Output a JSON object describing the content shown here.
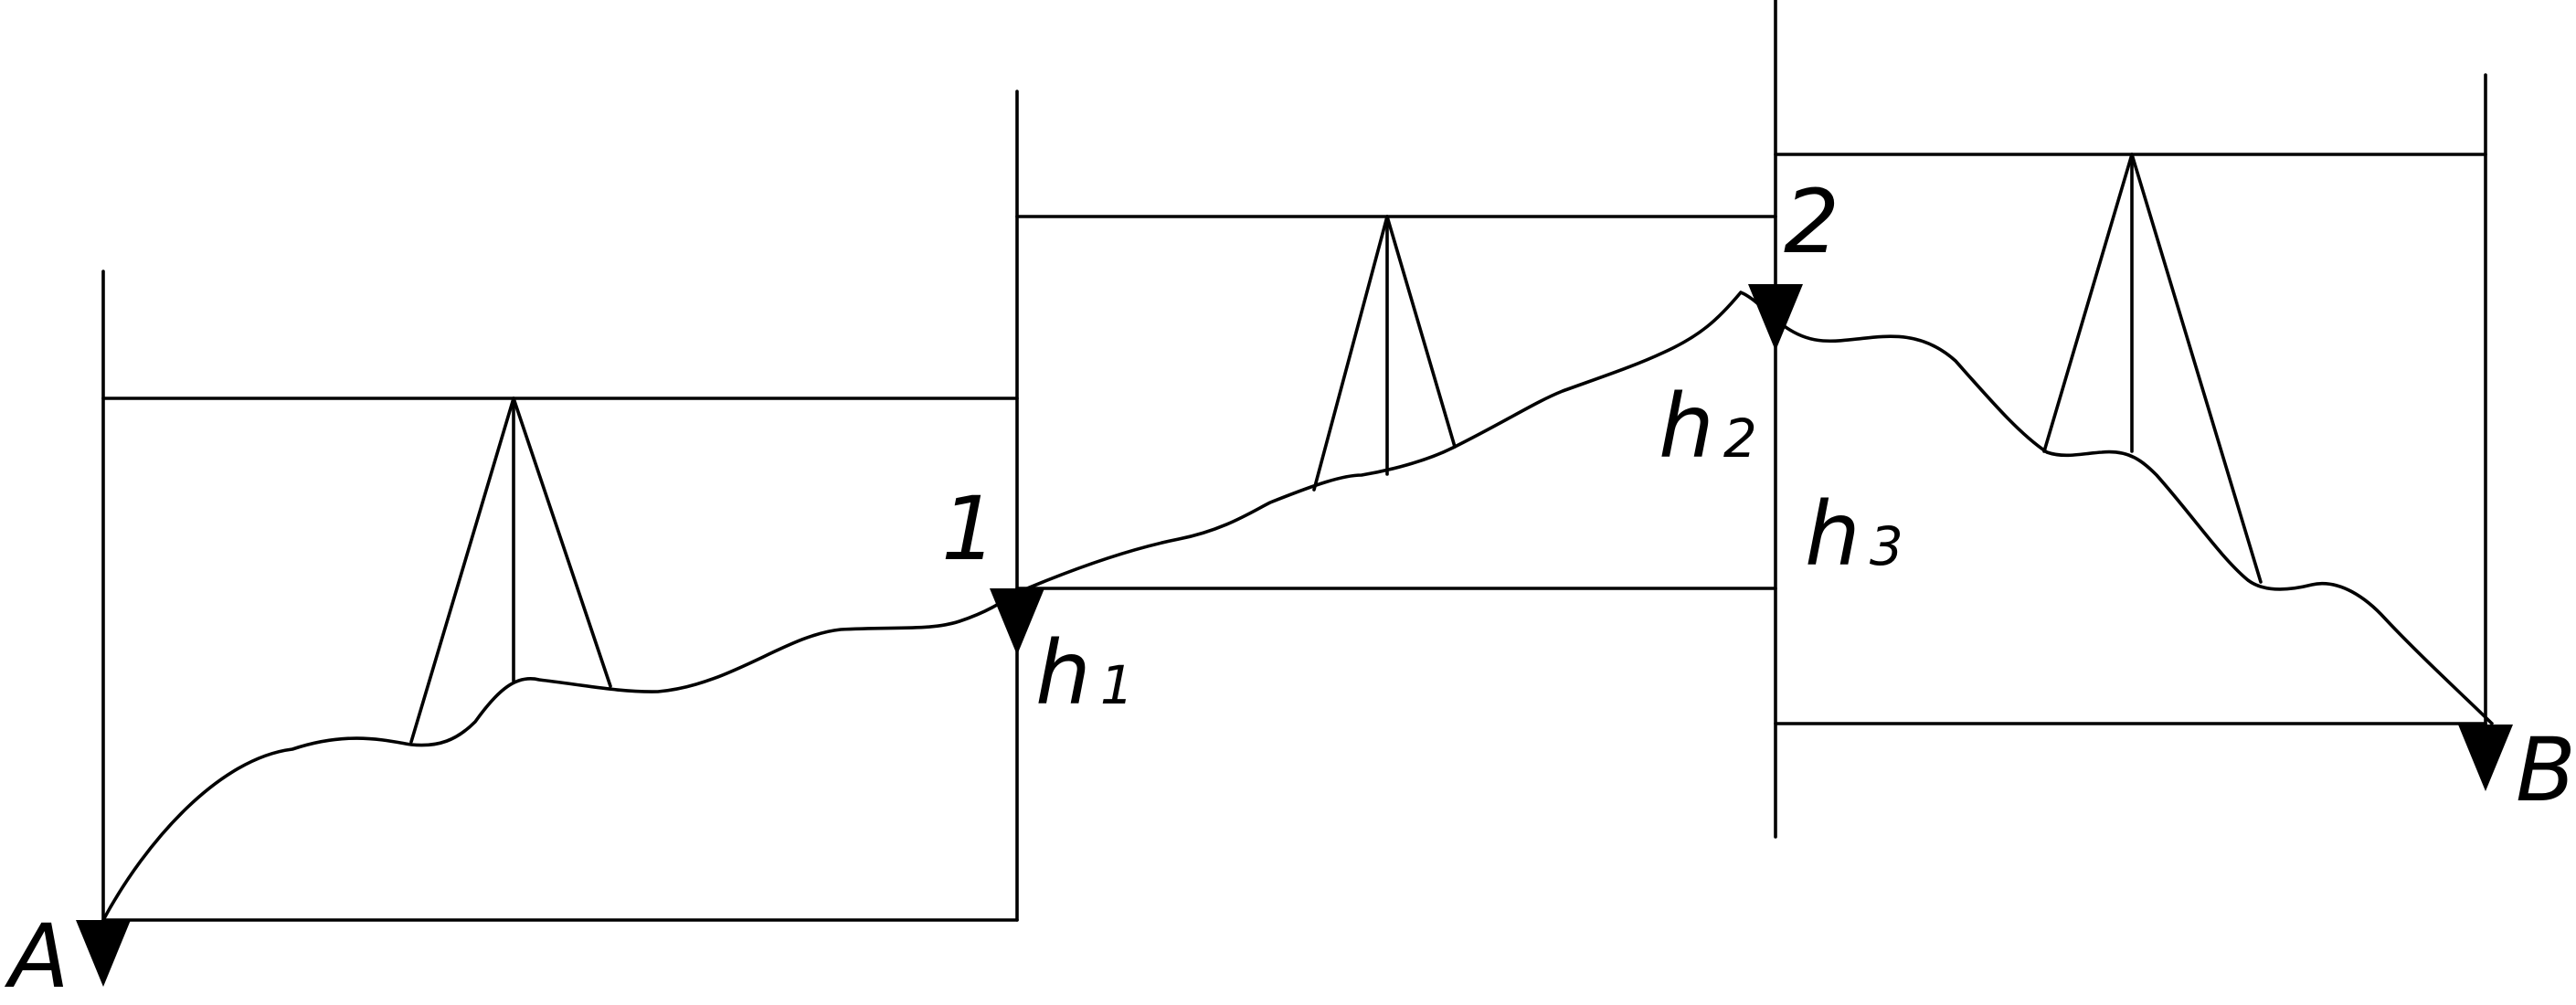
{
  "diagram": {
    "points": {
      "start": "A",
      "turning_point_1": "1",
      "turning_point_2": "2",
      "end": "B"
    },
    "height_differences": [
      {
        "letter": "h",
        "index": "1"
      },
      {
        "letter": "h",
        "index": "2"
      },
      {
        "letter": "h",
        "index": "3"
      }
    ],
    "colors": {
      "stroke": "#000000",
      "background": "#ffffff"
    }
  }
}
